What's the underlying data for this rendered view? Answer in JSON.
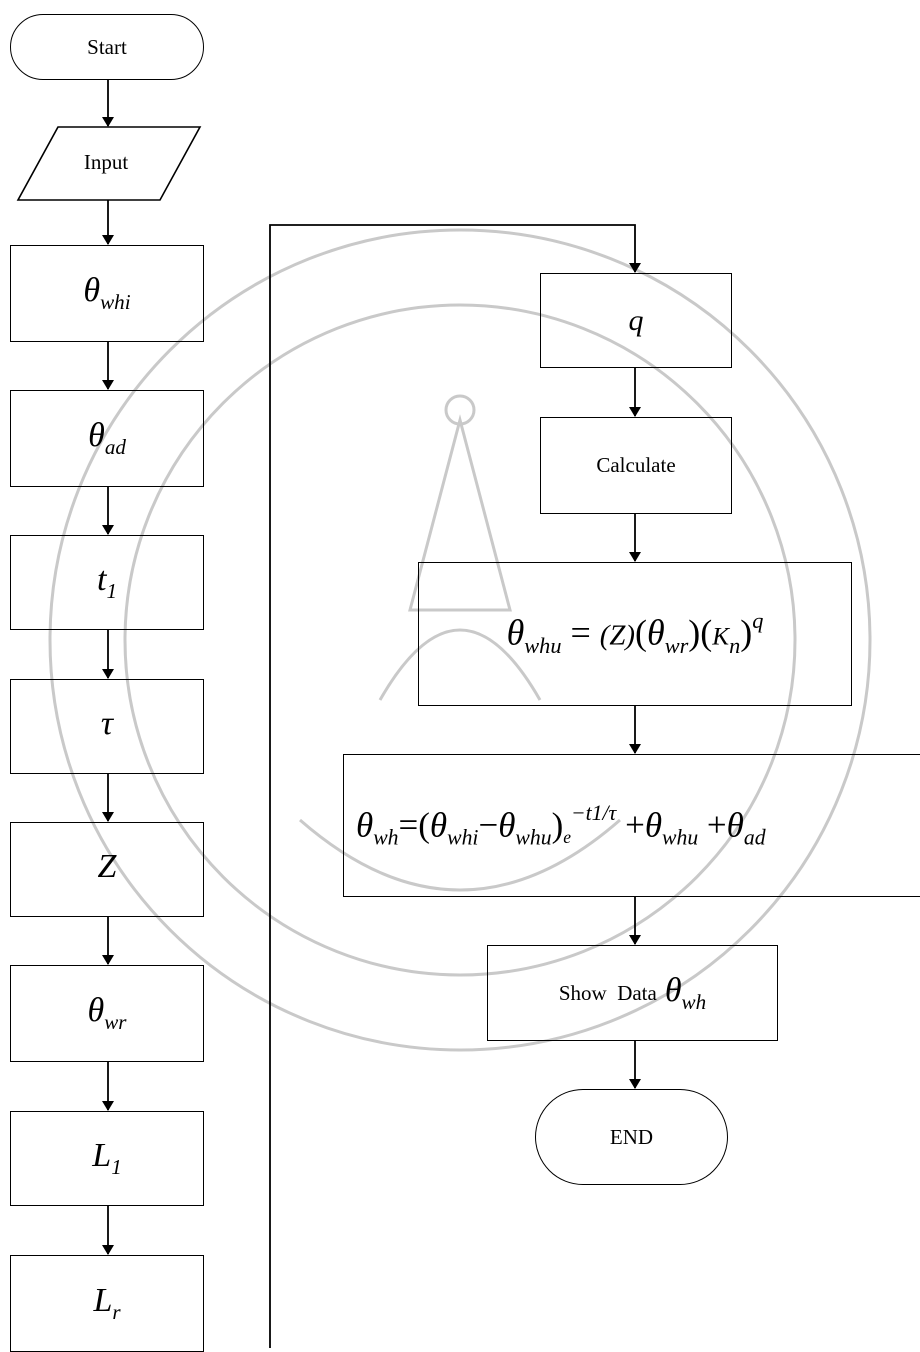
{
  "terminals": {
    "start": "Start",
    "end": "END"
  },
  "io": {
    "input": "Input"
  },
  "inputs": [
    {
      "base": "θ",
      "sub": "whi"
    },
    {
      "base": "θ",
      "sub": "ad"
    },
    {
      "base": "t",
      "sub": "1"
    },
    {
      "base": "τ",
      "sub": ""
    },
    {
      "base": "Z",
      "sub": ""
    },
    {
      "base": "θ",
      "sub": "wr"
    },
    {
      "base": "L",
      "sub": "1"
    },
    {
      "base": "L",
      "sub": "r"
    }
  ],
  "process": {
    "q": "q",
    "calculate": "Calculate"
  },
  "formula1": {
    "lhs": "θ",
    "lhs_sub": "whu",
    "eq": "=",
    "z": "(Z)",
    "p1": "(",
    "wr": "θ",
    "wr_sub": "wr",
    "p2": ")",
    "p3": "(",
    "k": "K",
    "k_sub": "n",
    "p4": ")",
    "exp": "q"
  },
  "formula2": {
    "lhs": "θ",
    "lhs_sub": "wh",
    "eq": "=",
    "open": "(",
    "a": "θ",
    "a_sub": "whi",
    "minus": "−",
    "b": "θ",
    "b_sub": "whu",
    "close": ")",
    "e": "e",
    "exp": "−t1/τ",
    "plus1": "+",
    "c": "θ",
    "c_sub": "whu",
    "plus2": "+",
    "d": "θ",
    "d_sub": "ad"
  },
  "output": {
    "label": "Show  Data",
    "sym": "θ",
    "sym_sub": "wh"
  },
  "colors": {
    "line": "#000000",
    "watermark": "#c8c8c8"
  }
}
